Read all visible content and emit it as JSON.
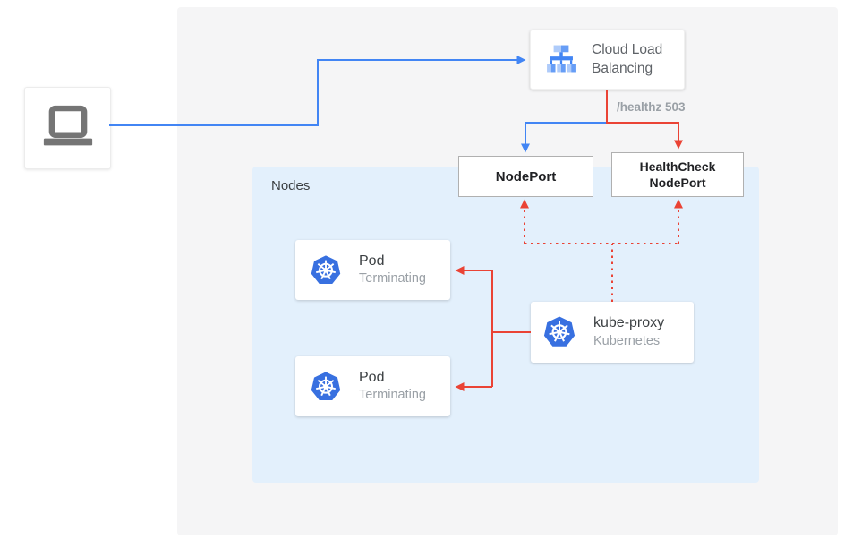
{
  "labels": {
    "nodes": "Nodes",
    "healthz": "/healthz 503"
  },
  "nodes": {
    "laptop": {
      "icon": "laptop-icon"
    },
    "cloud_load_balancing": {
      "line1": "Cloud Load",
      "line2": "Balancing",
      "icon": "cloud-load-balancing-icon"
    },
    "nodeport": {
      "label": "NodePort"
    },
    "healthcheck_nodeport": {
      "line1": "HealthCheck",
      "line2": "NodePort"
    },
    "pod_top": {
      "title": "Pod",
      "status": "Terminating",
      "icon": "kubernetes-icon"
    },
    "pod_bottom": {
      "title": "Pod",
      "status": "Terminating",
      "icon": "kubernetes-icon"
    },
    "kube_proxy": {
      "title": "kube-proxy",
      "subtitle": "Kubernetes",
      "icon": "kubernetes-icon"
    }
  },
  "edges": [
    {
      "name": "laptop-to-cloud-load-balancing",
      "style": "solid",
      "color": "#4285f4"
    },
    {
      "name": "cloud-load-balancing-to-nodeport",
      "style": "solid",
      "color": "#4285f4"
    },
    {
      "name": "cloud-load-balancing-to-healthcheck-nodeport",
      "style": "solid",
      "color": "#ea4335",
      "label": "/healthz 503"
    },
    {
      "name": "kube-proxy-to-nodeport",
      "style": "dotted",
      "color": "#ea4335"
    },
    {
      "name": "kube-proxy-to-healthcheck-nodeport",
      "style": "dotted",
      "color": "#ea4335"
    },
    {
      "name": "kube-proxy-to-pod-top",
      "style": "solid",
      "color": "#ea4335"
    },
    {
      "name": "kube-proxy-to-pod-bottom",
      "style": "solid",
      "color": "#ea4335"
    }
  ],
  "colors": {
    "blue_arrow": "#4285f4",
    "red_arrow": "#ea4335",
    "canvas_bg": "#f5f5f6",
    "nodes_bg": "#e3f0fc",
    "kubernetes_blue": "#3870e0",
    "clb_icon_light": "#aecbfa",
    "clb_icon_mid": "#669df6",
    "clb_icon_dark": "#4285f4",
    "laptop_gray": "#757575",
    "title_text": "#3c4043",
    "subtitle_text": "#9aa0a6",
    "port_text": "#202124"
  }
}
